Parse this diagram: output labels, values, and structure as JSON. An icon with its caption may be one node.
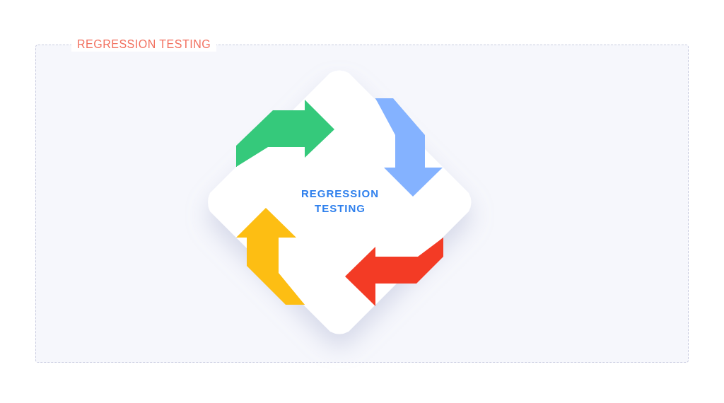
{
  "diagram": {
    "nodes": [
      {
        "text": [
          "REGRESSION TESTING"
        ]
      },
      {
        "text": [
          "REGRESSION TESTING"
        ],
        "in": 0
      }
    ]
  }
}
